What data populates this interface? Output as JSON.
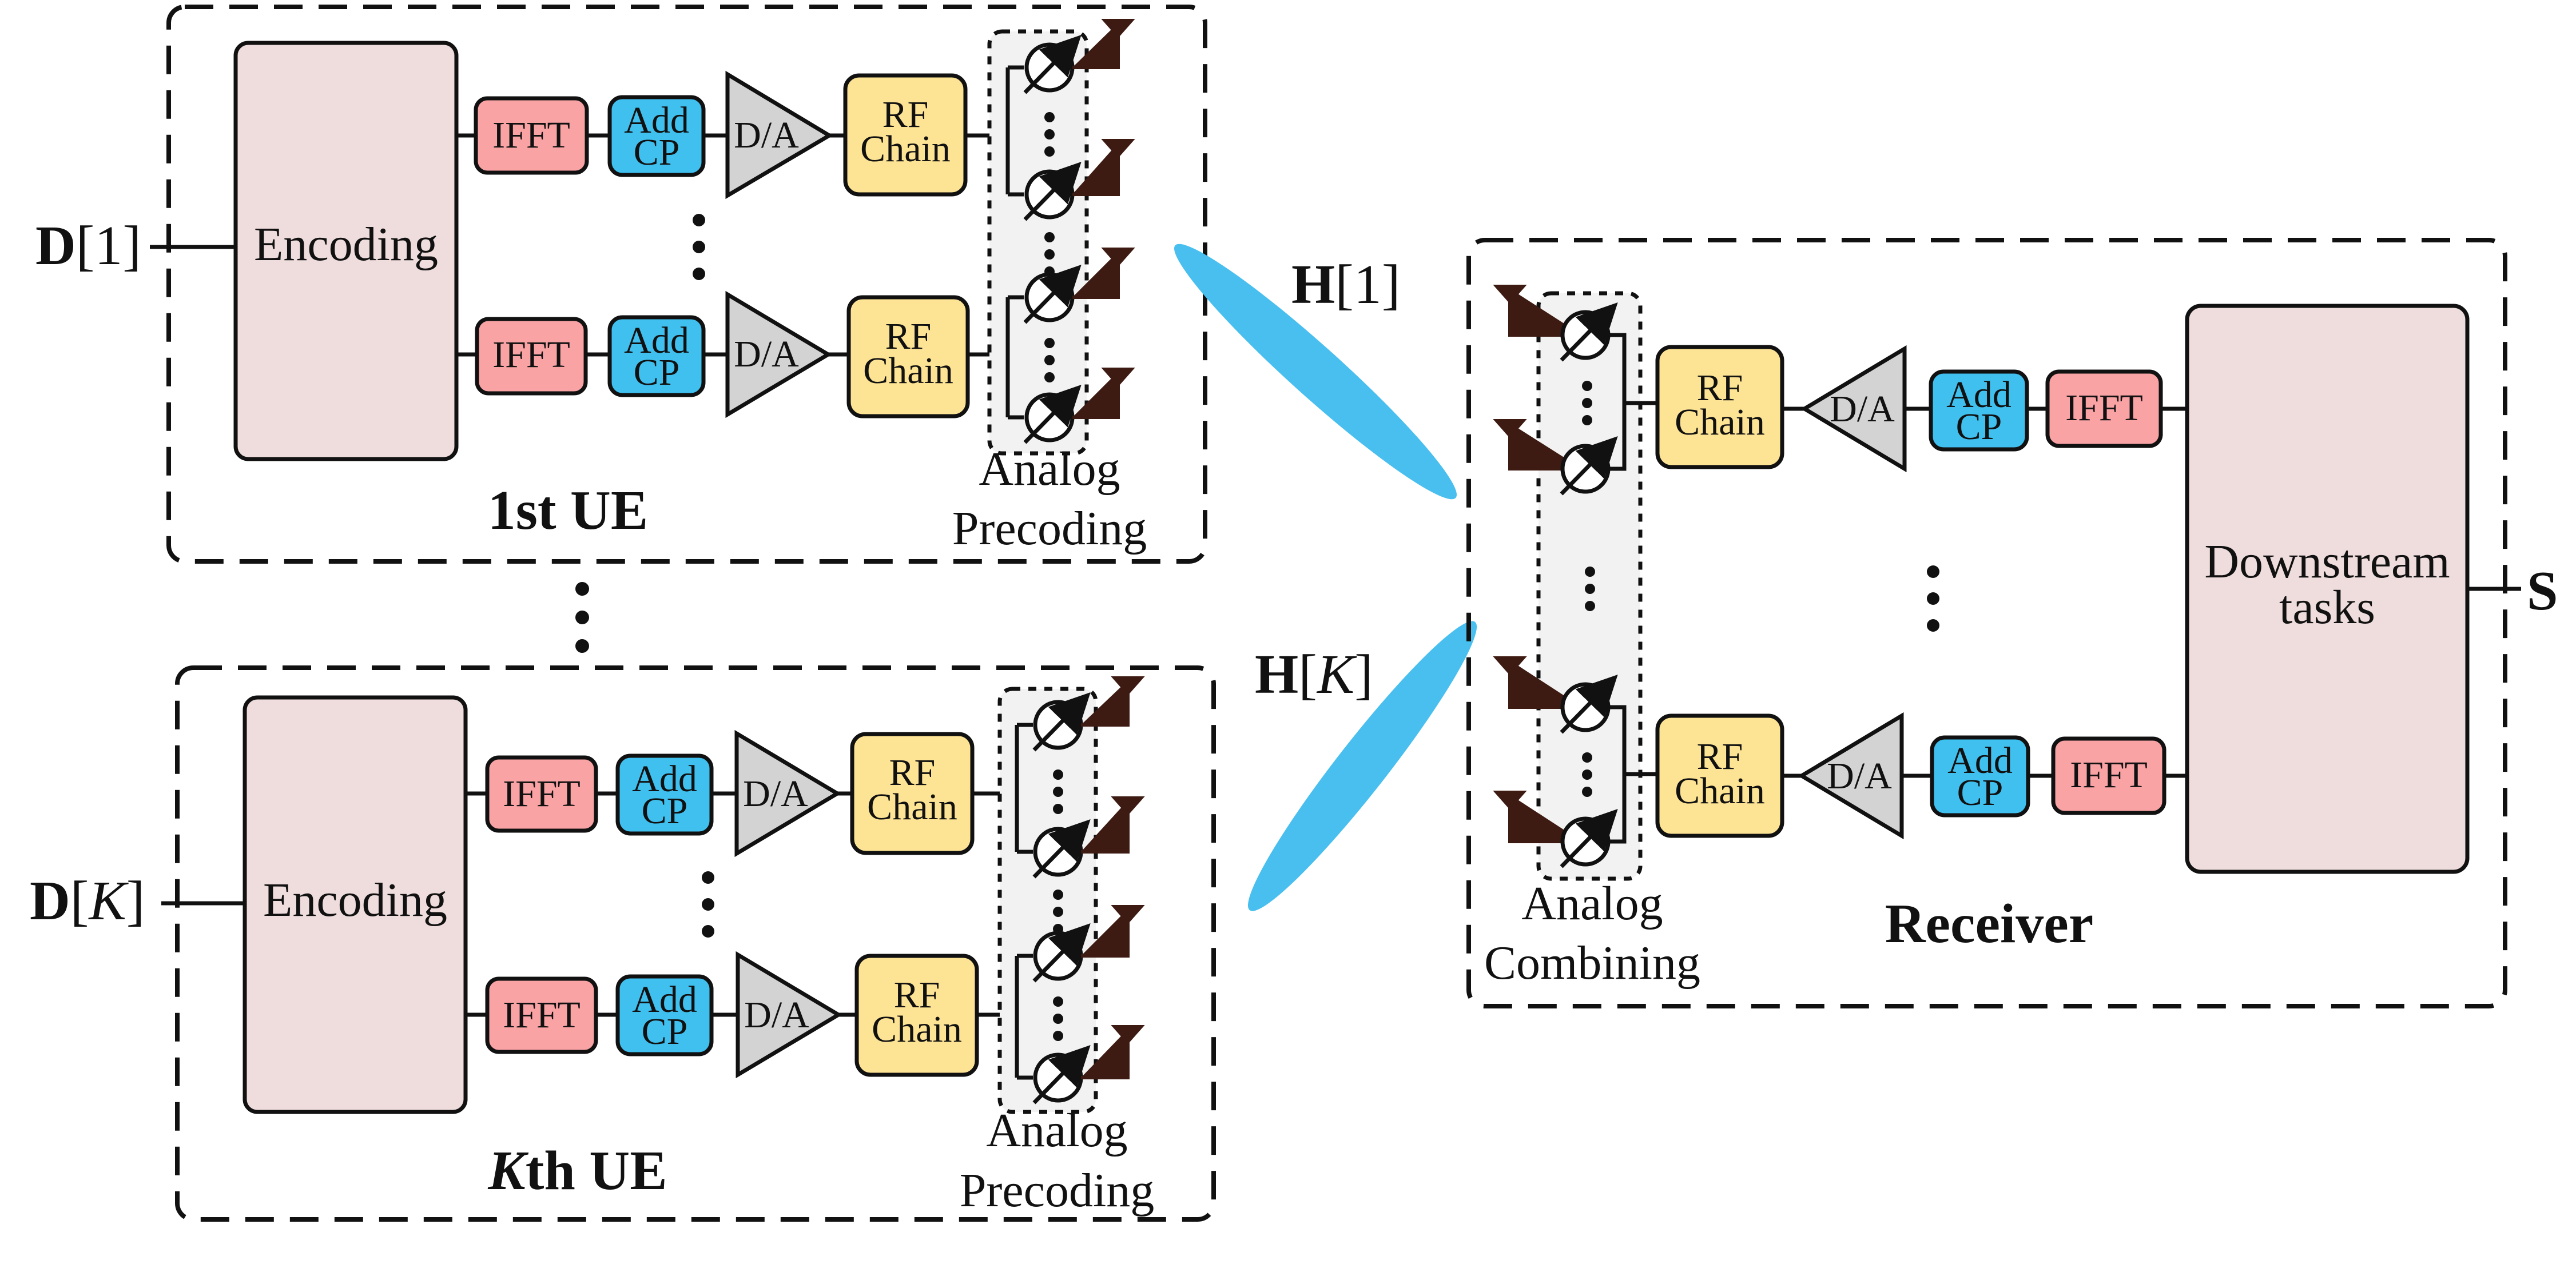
{
  "inputs": {
    "first": "D[1]",
    "kth": "D[K]"
  },
  "channels": {
    "first": "H[1]",
    "kth": "H[K]"
  },
  "output": "S",
  "ue_blocks": {
    "encoding": "Encoding",
    "ifft": "IFFT",
    "add_cp_line1": "Add",
    "add_cp_line2": "CP",
    "da": "D/A",
    "rf_line1": "RF",
    "rf_line2": "Chain",
    "precoding_line1": "Analog",
    "precoding_line2": "Precoding",
    "first_ue_title": "1st UE",
    "kth_ue_title_k": "K",
    "kth_ue_title_rest": "th UE"
  },
  "receiver": {
    "title": "Receiver",
    "downstream_line1": "Downstream",
    "downstream_line2": "tasks",
    "combining_line1": "Analog",
    "combining_line2": "Combining",
    "rf_line1": "RF",
    "rf_line2": "Chain",
    "da": "D/A",
    "add_cp_line1": "Add",
    "add_cp_line2": "CP",
    "ifft": "IFFT"
  },
  "colors": {
    "encoding": "#efdcdc",
    "ifft": "#f9a3a5",
    "addcp": "#3fc0ef",
    "da": "#d3d3d3",
    "rf": "#fde394",
    "beam": "#48bfef",
    "antenna": "#3d1a12",
    "precoding_bg": "#f2f2f2"
  }
}
